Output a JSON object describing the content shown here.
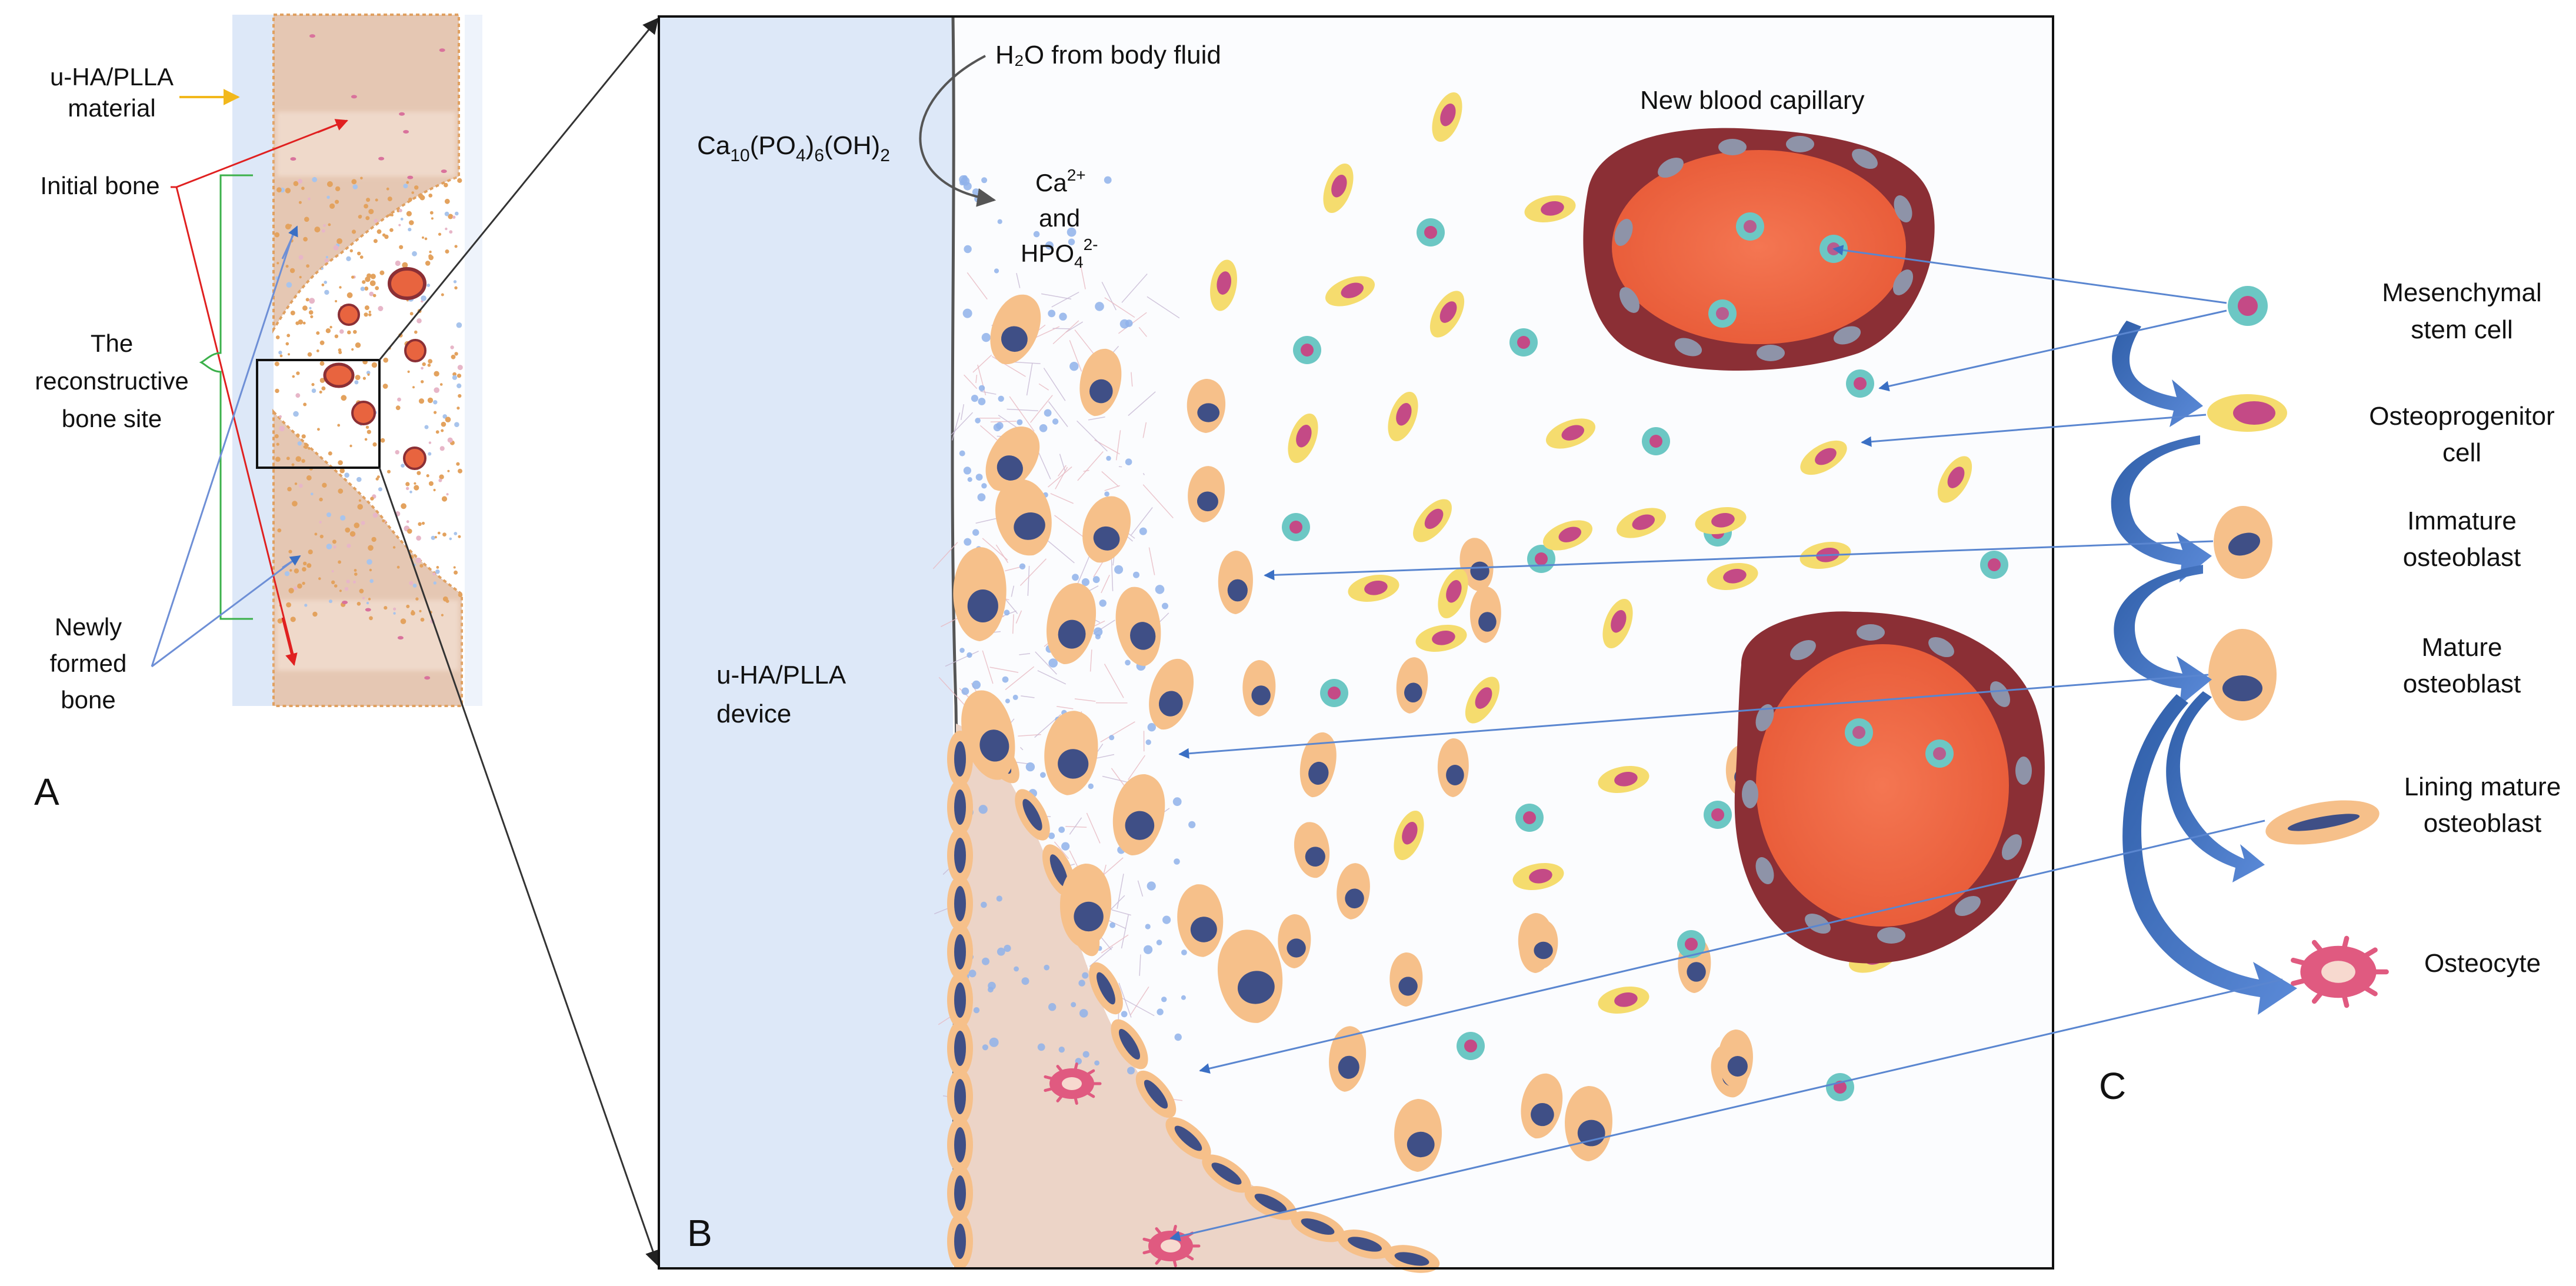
{
  "panels": {
    "a": "A",
    "b": "B",
    "c": "C"
  },
  "panel_a": {
    "material_line1": "u-HA/PLLA",
    "material_line2": "material",
    "initial_bone": "Initial bone",
    "recon_line1": "The",
    "recon_line2": "reconstructive",
    "recon_line3": "bone site",
    "newly_line1": "Newly",
    "newly_line2": "formed",
    "newly_line3": "bone"
  },
  "panel_b": {
    "water": "H₂O from body fluid",
    "hap_ca": "Ca",
    "hap_sub1": "10",
    "hap_po": "(PO",
    "hap_sub2": "4",
    "hap_close": ")",
    "hap_sub3": "6",
    "hap_oh": "(OH)",
    "hap_sub4": "2",
    "ion_ca": "Ca",
    "ion_ca_sup": "2+",
    "ion_and": "and",
    "ion_hpo": "HPO",
    "ion_hpo_sub": "4",
    "ion_hpo_sup": "2-",
    "capillary": "New blood capillary",
    "device_line1": "u-HA/PLLA",
    "device_line2": "device"
  },
  "panel_c": {
    "msc_line1": "Mesenchymal",
    "msc_line2": "stem cell",
    "opc_line1": "Osteoprogenitor",
    "opc_line2": "cell",
    "imm_line1": "Immature",
    "imm_line2": "osteoblast",
    "mat_line1": "Mature",
    "mat_line2": "osteoblast",
    "lin_line1": "Lining mature",
    "lin_line2": "osteoblast",
    "ocy": "Osteocyte"
  },
  "colors": {
    "device_blue": "#dde8f8",
    "bone_pink": "#ead2c4",
    "osteoblast_orange": "#f6c08a",
    "nucleus_navy": "#3f4f86",
    "msc_teal": "#6cc7c4",
    "opc_yellow": "#f5dc6e",
    "nucleus_magenta": "#c44a86",
    "capillary_red": "#f06a45",
    "capillary_wall": "#8b2f35",
    "osteocyte_pink": "#e05a80",
    "arrow_blue": "#3a6fc4"
  }
}
